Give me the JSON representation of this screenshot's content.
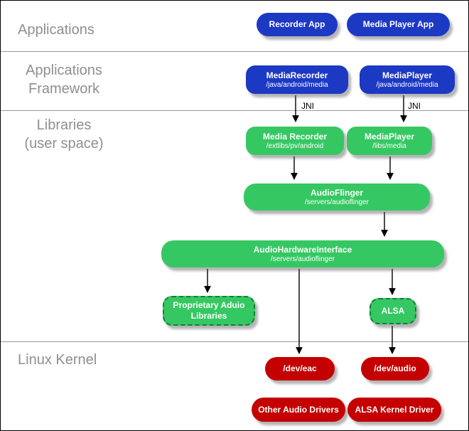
{
  "layers": {
    "applications": {
      "line1": "Applications"
    },
    "framework": {
      "line1": "Applications",
      "line2": "Framework"
    },
    "libraries": {
      "line1": "Libraries",
      "line2": "(user space)"
    },
    "kernel": {
      "line1": "Linux Kernel"
    }
  },
  "nodes": {
    "recorder_app": {
      "title": "Recorder App"
    },
    "media_player_app": {
      "title": "Media Player App"
    },
    "media_recorder_fw": {
      "title": "MediaRecorder",
      "subtitle": "/java/android/media"
    },
    "media_player_fw": {
      "title": "MediaPlayer",
      "subtitle": "/java/android/media"
    },
    "media_recorder_lib": {
      "title": "Media Recorder",
      "subtitle": "/extlibs/pv/android"
    },
    "media_player_lib": {
      "title": "MediaPlayer",
      "subtitle": "/libs/media"
    },
    "audio_flinger": {
      "title": "AudioFlinger",
      "subtitle": "/servers/audioflinger"
    },
    "audio_hardware_interface": {
      "title": "AudioHardwareInterface",
      "subtitle": "/servers/audioflinger"
    },
    "proprietary_audio_libraries": {
      "title": "Proprietary Aduio",
      "title2": "Libraries"
    },
    "alsa": {
      "title": "ALSA"
    },
    "dev_eac": {
      "title": "/dev/eac"
    },
    "dev_audio": {
      "title": "/dev/audio"
    },
    "other_audio_drivers": {
      "title": "Other Audio Drivers"
    },
    "alsa_kernel_driver": {
      "title": "ALSA Kernel Driver"
    }
  },
  "edge_labels": {
    "jni_left": "JNI",
    "jni_right": "JNI"
  },
  "colors": {
    "framework_blue": "#1c39c4",
    "userspace_green": "#35c862",
    "kernel_red": "#c40000",
    "layer_label_gray": "#8f8f8f",
    "separator_gray": "#999999"
  }
}
